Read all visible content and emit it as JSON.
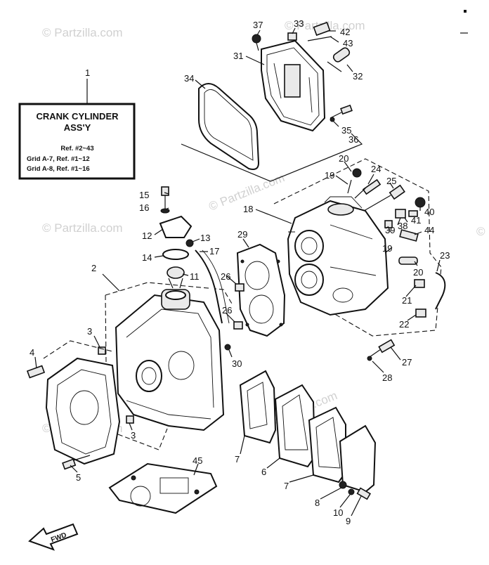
{
  "assembly_box": {
    "ref_number": "1",
    "title_line1": "CRANK CYLINDER",
    "title_line2": "ASS'Y",
    "ref_line": "Ref. #2~43",
    "grid_line1": "Grid A-7, Ref. #1~12",
    "grid_line2": "Grid A-8, Ref. #1~16"
  },
  "watermark": "© Partzilla.com",
  "fwd_label": "FWD",
  "callouts": {
    "c37": "37",
    "c33": "33",
    "c42": "42",
    "c43": "43",
    "c31": "31",
    "c32": "32",
    "c34": "34",
    "c35": "35",
    "c36": "36",
    "c20a": "20",
    "c24": "24",
    "c19a": "19",
    "c25": "25",
    "c15": "15",
    "c16": "16",
    "c18": "18",
    "c40": "40",
    "c41": "41",
    "c38": "38",
    "c39": "39",
    "c44": "44",
    "c12": "12",
    "c13": "13",
    "c29": "29",
    "c19b": "19",
    "c14": "14",
    "c17": "17",
    "c23": "23",
    "c2": "2",
    "c11": "11",
    "c26a": "26",
    "c20b": "20",
    "c21": "21",
    "c26b": "26",
    "c22": "22",
    "c3a": "3",
    "c4": "4",
    "c30": "30",
    "c27": "27",
    "c28": "28",
    "c3b": "3",
    "c5": "5",
    "c45": "45",
    "c7a": "7",
    "c6": "6",
    "c7b": "7",
    "c8": "8",
    "c10": "10",
    "c9": "9"
  }
}
